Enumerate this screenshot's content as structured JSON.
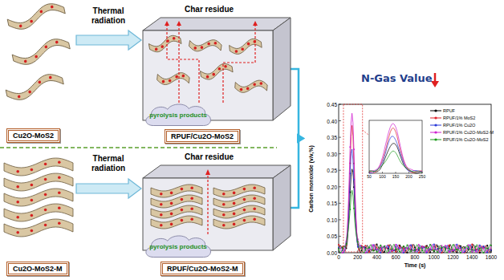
{
  "diagram": {
    "nodes": [
      {
        "text": [
          "Cu2O-MoS2"
        ]
      },
      {
        "text": [
          "Char residue"
        ]
      },
      {
        "text": [
          "pyrolysis products"
        ]
      },
      {
        "text": [
          "RPUF/Cu2O-MoS2"
        ]
      },
      {
        "text": [
          "Char residue"
        ]
      },
      {
        "text": [
          "pyrolysis products"
        ]
      },
      {
        "text": [
          "Cu2O-MoS2-M"
        ]
      },
      {
        "text": [
          "RPUF/Cu2O-MoS2-M"
        ]
      },
      {
        "text": [
          "N-Gas Value"
        ]
      }
    ],
    "edges": [
      {
        "from": 1,
        "to": 8,
        "arrow": "to"
      },
      {
        "from": 4,
        "to": 8,
        "arrow": "to"
      }
    ],
    "labels": [
      "Thermal radiation",
      "Thermal radiation",
      "Carbon monoxide (v/v,%)",
      "Time (s)",
      "0.00",
      "0.05",
      "0.10",
      "0.15",
      "0.20",
      "0.25",
      "0.30",
      "0.35",
      "0.40",
      "0.45",
      "0",
      "200",
      "400",
      "600",
      "800",
      "1000",
      "1200",
      "1400",
      "1600",
      "50",
      "100",
      "150",
      "200",
      "250"
    ],
    "legend": [
      {
        "text": "RPUF"
      },
      {
        "text": "RPUF/1% MoS2"
      },
      {
        "text": "RPUF/1% Cu2O"
      },
      {
        "text": "RPUF/1% Cu2O-MoS2-M"
      },
      {
        "text": "RPUF/1% Cu2O-MoS2"
      }
    ]
  }
}
